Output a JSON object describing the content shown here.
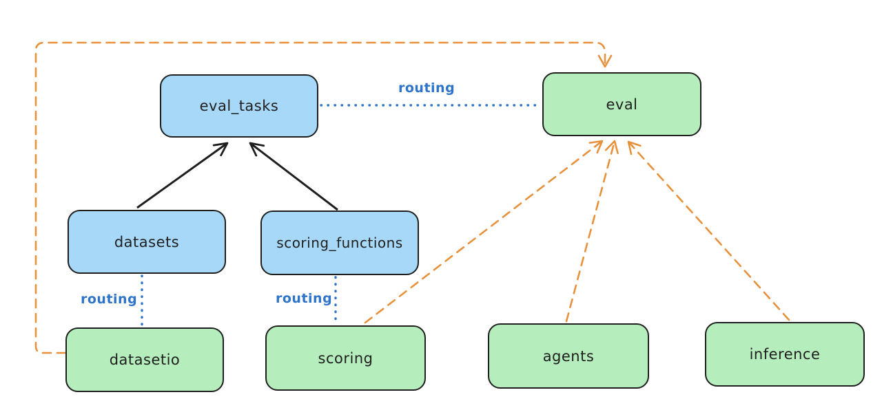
{
  "diagram": {
    "colors": {
      "node_blue_fill": "#a8d8f8",
      "node_green_fill": "#b5eebc",
      "node_stroke": "#1e1e1e",
      "edge_orange": "#e8913c",
      "edge_blue": "#2e74c9",
      "background": "#ffffff"
    },
    "nodes": [
      {
        "id": "eval_tasks",
        "label": "eval_tasks",
        "fill": "blue"
      },
      {
        "id": "eval",
        "label": "eval",
        "fill": "green"
      },
      {
        "id": "datasets",
        "label": "datasets",
        "fill": "blue"
      },
      {
        "id": "scoring_functions",
        "label": "scoring_functions",
        "fill": "blue"
      },
      {
        "id": "datasetio",
        "label": "datasetio",
        "fill": "green"
      },
      {
        "id": "scoring",
        "label": "scoring",
        "fill": "green"
      },
      {
        "id": "agents",
        "label": "agents",
        "fill": "green"
      },
      {
        "id": "inference",
        "label": "inference",
        "fill": "green"
      }
    ],
    "edges": [
      {
        "from": "datasets",
        "to": "eval_tasks",
        "style": "solid-black-arrow",
        "label": ""
      },
      {
        "from": "scoring_functions",
        "to": "eval_tasks",
        "style": "solid-black-arrow",
        "label": ""
      },
      {
        "from": "eval_tasks",
        "to": "eval",
        "style": "dotted-blue",
        "label": "routing"
      },
      {
        "from": "datasets",
        "to": "datasetio",
        "style": "dotted-blue",
        "label": "routing"
      },
      {
        "from": "scoring_functions",
        "to": "scoring",
        "style": "dotted-blue",
        "label": "routing"
      },
      {
        "from": "datasetio",
        "to": "eval",
        "style": "dashed-orange-arrow",
        "label": ""
      },
      {
        "from": "scoring",
        "to": "eval",
        "style": "dashed-orange-arrow",
        "label": ""
      },
      {
        "from": "agents",
        "to": "eval",
        "style": "dashed-orange-arrow",
        "label": ""
      },
      {
        "from": "inference",
        "to": "eval",
        "style": "dashed-orange-arrow",
        "label": ""
      }
    ]
  }
}
